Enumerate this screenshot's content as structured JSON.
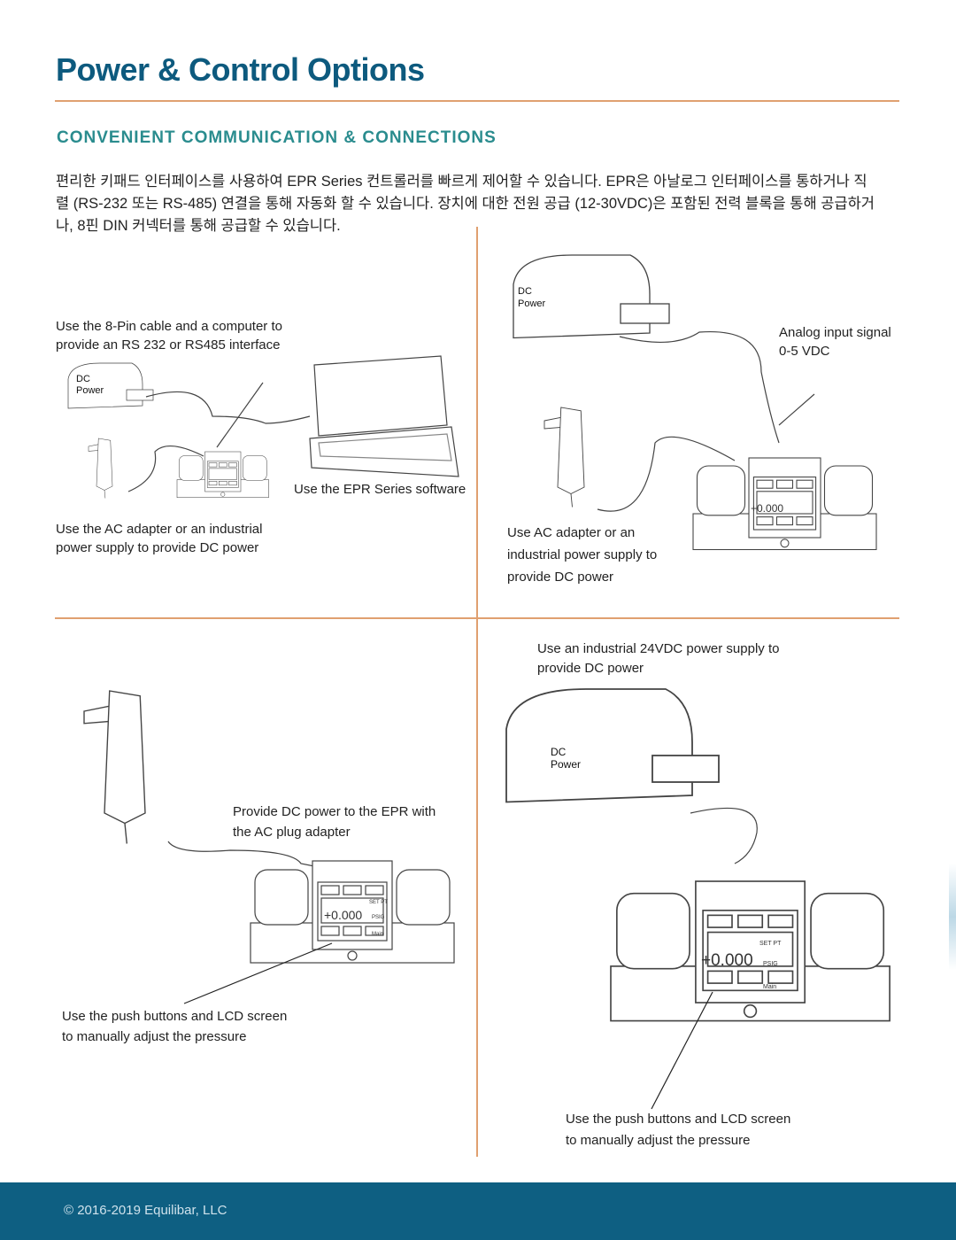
{
  "title": "Power & Control Options",
  "subheading": "CONVENIENT COMMUNICATION & CONNECTIONS",
  "intro": "편리한 키패드 인터페이스를 사용하여 EPR Series 컨트롤러를 빠르게 제어할 수 있습니다. EPR은 아날로그 인터페이스를 통하거나 직렬 (RS-232 또는 RS-485) 연결을 통해 자동화 할 수 있습니다. 장치에 대한 전원 공급 (12-30VDC)은 포함된 전력 블록을 통해 공급하거나, 8핀 DIN 커넥터를 통해 공급할 수 있습니다.",
  "panels": {
    "top_left": {
      "cable_caption": "Use the 8-Pin cable and a computer to provide an RS 232 or RS485 interface",
      "software_caption": "Use the EPR Series software",
      "adapter_caption": "Use the AC adapter or an industrial power supply to provide DC power"
    },
    "top_right": {
      "analog_caption_1": "Analog input signal",
      "analog_caption_2": "0-5 VDC",
      "adapter_caption_1": "Use AC adapter or an",
      "adapter_caption_2": "industrial power supply to",
      "adapter_caption_3": "provide DC power"
    },
    "bottom_left": {
      "plug_caption_1": "Provide DC power to the EPR with",
      "plug_caption_2": "the AC plug adapter",
      "buttons_caption_1": "Use the push buttons and LCD screen",
      "buttons_caption_2": "to manually adjust the pressure"
    },
    "bottom_right": {
      "supply_caption_1": "Use an industrial 24VDC power supply to",
      "supply_caption_2": "provide DC power",
      "buttons_caption_1": "Use the push buttons and LCD screen",
      "buttons_caption_2": "to manually adjust the pressure"
    }
  },
  "drawing_labels": {
    "dc": "DC",
    "power": "Power",
    "lcd_value": "+0.000",
    "setpt": "SET PT",
    "psig": "PSIG",
    "main": "Main"
  },
  "footer": {
    "copyright": "© 2016-2019 Equilibar, LLC"
  }
}
